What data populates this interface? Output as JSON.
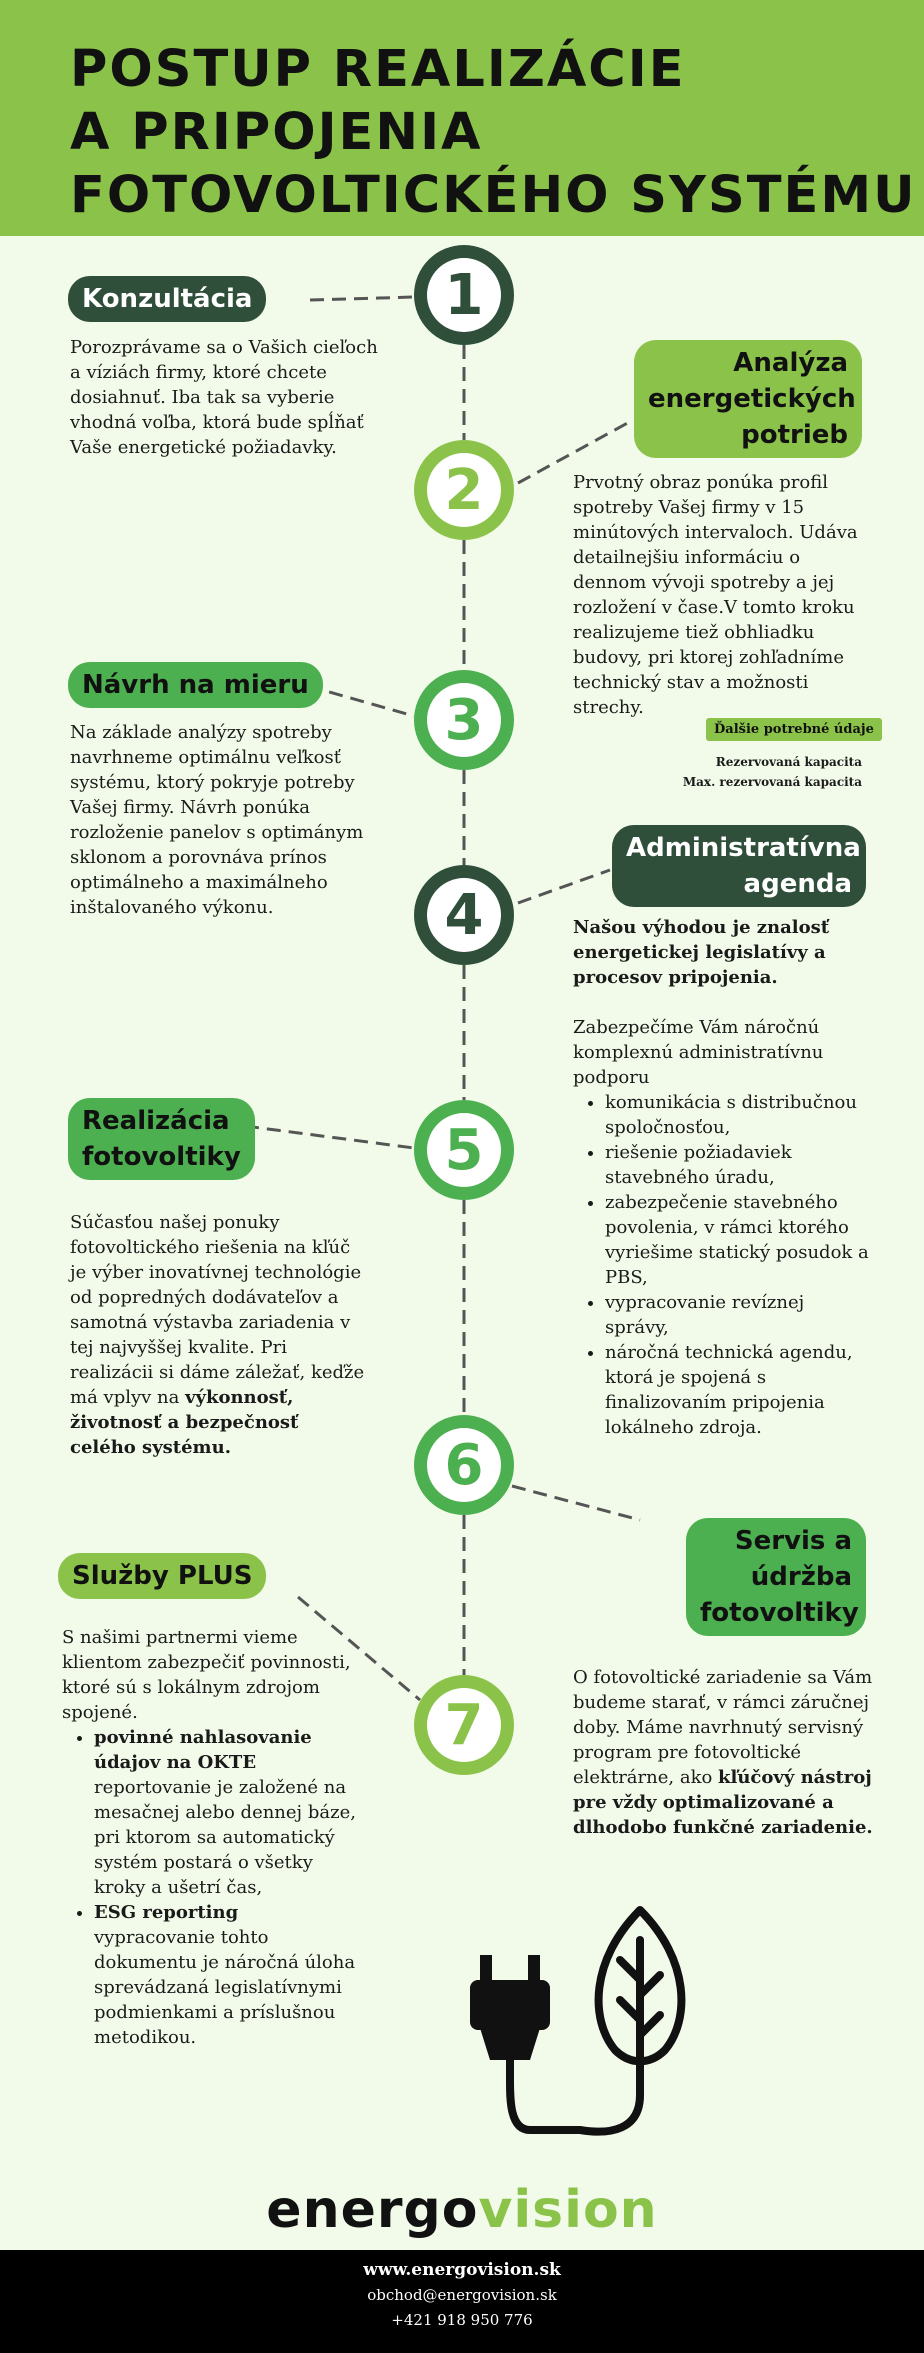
{
  "title": [
    "POSTUP REALIZÁCIE",
    "A PRIPOJENIA",
    "FOTOVOLTICKÉHO SYSTÉMU"
  ],
  "colors": {
    "header": "#8bc34a",
    "dark": "#2f4f3a",
    "green": "#4caf50",
    "light": "#8bc34a"
  },
  "steps": [
    {
      "number": "1",
      "label": "Konzultácia",
      "text": "Porozprávame sa o Vašich cieľoch a víziách firmy, ktoré chcete dosiahnuť. Iba tak sa vyberie vhodná voľba, ktorá bude spĺňať Vaše energetické požiadavky."
    },
    {
      "number": "2",
      "label_lines": [
        "Analýza",
        "energetických",
        "potrieb"
      ],
      "text": "Prvotný obraz ponúka profil spotreby Vašej firmy v 15 minútových intervaloch. Udáva detailnejšiu informáciu o dennom vývoji spotreby a jej rozložení v čase.V tomto kroku realizujeme tiež obhliadku budovy, pri ktorej zohľadníme technický stav a možnosti strechy.",
      "badge": "Ďalšie potrebné údaje",
      "extra": [
        "Rezervovaná kapacita",
        "Max. rezervovaná kapacita"
      ]
    },
    {
      "number": "3",
      "label": "Návrh na mieru",
      "text": "Na základe analýzy spotreby navrhneme optimálnu veľkosť systému, ktorý pokryje potreby Vašej firmy. Návrh ponúka rozloženie panelov s optimánym sklonom a porovnáva prínos optimálneho a maximálneho inštalovaného výkonu."
    },
    {
      "number": "4",
      "label_lines": [
        "Administratívna",
        "agenda"
      ],
      "bold_intro": "Našou výhodou je znalosť energetickej legislatívy a procesov pripojenia.",
      "text": "Zabezpečíme Vám náročnú komplexnú administratívnu podporu",
      "bullets": [
        "komunikácia s distribučnou spoločnosťou,",
        "riešenie požiadaviek stavebného úradu,",
        "zabezpečenie stavebného povolenia, v rámci ktorého vyriešime statický posudok a PBS,",
        "vypracovanie revíznej správy,",
        "náročná technická agendu, ktorá je spojená s finalizovaním pripojenia lokálneho zdroja."
      ]
    },
    {
      "number": "5",
      "label_lines": [
        "Realizácia",
        "fotovoltiky"
      ],
      "text": "Súčasťou našej ponuky fotovoltického riešenia na kľúč je výber inovatívnej technológie od popredných dodávateľov a samotná výstavba zariadenia v tej najvyššej kvalite. Pri realizácii si dáme záležať, keďže má vplyv na ",
      "text_bold": "výkonnosť, životnosť a bezpečnosť celého systému."
    },
    {
      "number": "6",
      "label_lines": [
        "Servis a",
        "údržba",
        "fotovoltiky"
      ],
      "text": "O fotovoltické zariadenie sa Vám budeme starať, v rámci záručnej doby. Máme navrhnutý servisný program pre fotovoltické elektrárne, ako ",
      "text_bold": "kľúčový nástroj pre vždy optimalizované a dlhodobo funkčné zariadenie."
    },
    {
      "number": "7",
      "label": "Služby PLUS",
      "text": "S našimi partnermi vieme klientom zabezpečiť povinnosti, ktoré sú s lokálnym zdrojom spojené.",
      "bullets": [
        {
          "bold": "povinné nahlasovanie údajov na OKTE",
          "rest": " reportovanie je založené na mesačnej alebo dennej báze, pri ktorom sa automatický systém postará o všetky kroky a ušetrí čas,"
        },
        {
          "bold": "ESG reporting",
          "rest": " vypracovanie tohto dokumentu je náročná úloha sprevádzaná legislatívnymi podmienkami a príslušnou metodikou."
        }
      ]
    }
  ],
  "logo": {
    "part1": "energo",
    "part2": "vision"
  },
  "footer": {
    "web": "www.energovision.sk",
    "email": "obchod@energovision.sk",
    "phone": "+421 918 950 776"
  }
}
